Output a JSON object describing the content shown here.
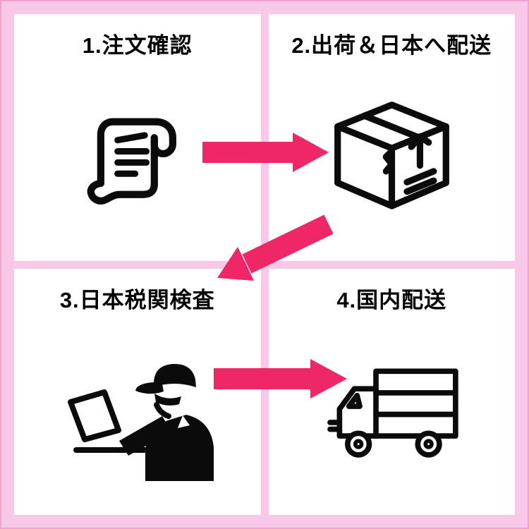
{
  "diagram": {
    "steps": [
      {
        "number": "1",
        "title": "1.注文確認",
        "icon": "scroll-document-icon"
      },
      {
        "number": "2",
        "title": "2.出荷＆日本へ配送",
        "icon": "shipping-box-icon"
      },
      {
        "number": "3",
        "title": "3.日本税関検査",
        "icon": "customs-officer-icon"
      },
      {
        "number": "4",
        "title": "4.国内配送",
        "icon": "delivery-truck-icon"
      }
    ],
    "arrows": [
      {
        "from": "1",
        "to": "2",
        "direction": "right"
      },
      {
        "from": "2",
        "to": "3",
        "direction": "down-left"
      },
      {
        "from": "3",
        "to": "4",
        "direction": "right"
      }
    ],
    "colors": {
      "background": "#F8C8E8",
      "panel": "#FFFFFF",
      "arrow": "#EF2766",
      "icon": "#0B0B0B",
      "text": "#000000",
      "border": "#F2A0D2"
    }
  }
}
